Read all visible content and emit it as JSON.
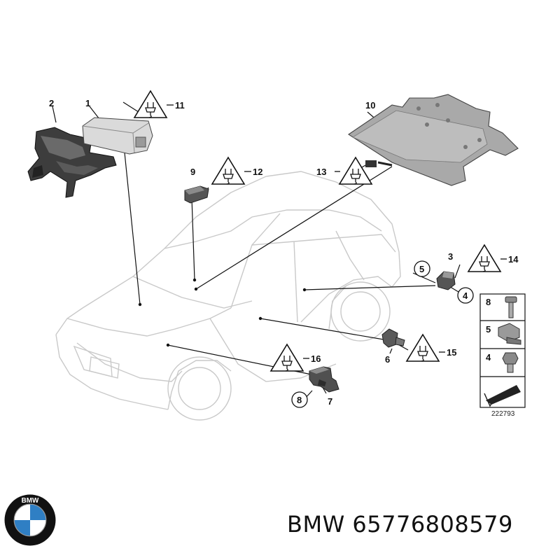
{
  "diagram": {
    "callouts": {
      "c1": "1",
      "c2": "2",
      "c3": "3",
      "c4": "4",
      "c5": "5",
      "c6": "6",
      "c7": "7",
      "c8": "8",
      "c9": "9",
      "c10": "10",
      "c11": "11",
      "c12": "12",
      "c13": "13",
      "c14": "14",
      "c15": "15",
      "c16": "16"
    },
    "legend": {
      "row1": "8",
      "row2": "5",
      "row3": "4"
    },
    "drawing_number": "222793"
  },
  "brand": {
    "logo_text": "BMW",
    "caption": "BMW 65776808579"
  },
  "colors": {
    "line": "#111111",
    "car_outline": "#c8c8c8",
    "part_dark": "#3a3a3a",
    "part_light": "#d8d8d8",
    "logo_blue": "#2f7fc4",
    "logo_black": "#111111"
  },
  "icons": [
    "warning-triangle-plug-icon",
    "bolt-icon",
    "clip-nut-icon",
    "arrow-pointer-icon",
    "bmw-logo-icon"
  ]
}
